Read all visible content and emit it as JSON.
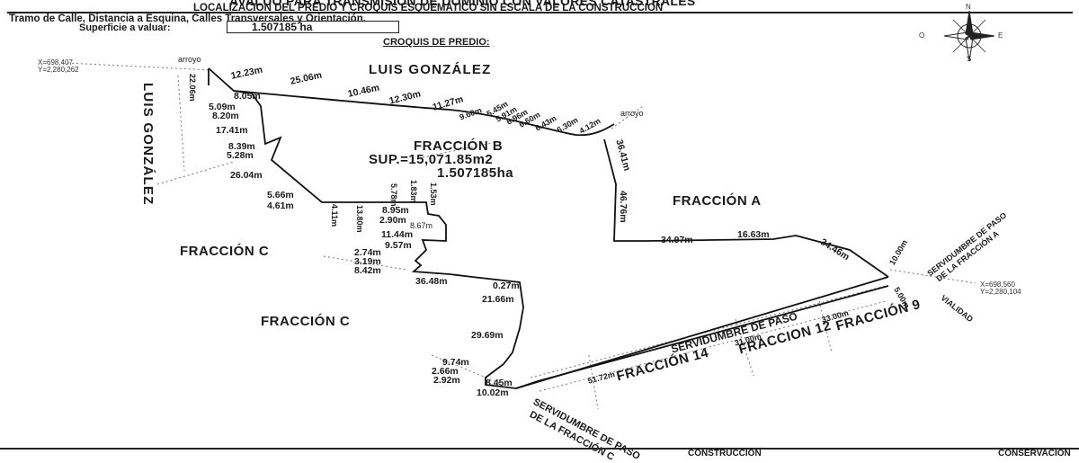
{
  "header": {
    "title": "AVALUO PARA TRANSMISION DE DOMINIO CON VALORES CATASTRALES",
    "subtitle": "LOCALIZACION DEL PREDIO Y CROQUIS ESQUEMATICO SIN ESCALA DE LA CONSTRUCCION",
    "street_note": "Tramo de Calle, Distancia a Esquina, Calles Transversales y Orientación.",
    "area_label": "Superficie a valuar:",
    "area_value": "1.507185 ha"
  },
  "sketch": {
    "title": "CROQUIS DE PREDIO:",
    "road_top": "LUIS GONZÁLEZ",
    "road_left": "LUIS GONZÁLEZ",
    "fraccion_b": {
      "name": "FRACCIÓN B",
      "sup": "SUP.=15,071.85m2",
      "ha": "1.507185ha"
    },
    "fraccion_a": "FRACCIÓN A",
    "fraccion_c_1": "FRACCIÓN C",
    "fraccion_c_2": "FRACCIÓN C",
    "fraccion_14": "FRACCIÓN 14",
    "fraccion_12": "FRACCION 12",
    "fraccion_9": "FRACCIÓN 9",
    "servidumbre_paso": "SERVIDUMBRE DE PASO",
    "servidumbre_c_1": "SERVIDUMBRE DE PASO",
    "servidumbre_c_2": "DE LA FRACCIÓN C",
    "servidumbre_a_1": "SERVIDUMBRE DE PASO",
    "servidumbre_a_2": "DE LA FRACCIÓN A",
    "vialidad": "VIALIDAD",
    "arroyo_1": "arroyo",
    "arroyo_2": "arroyo",
    "coord_1_x": "X=698,407",
    "coord_1_y": "Y=2,280,262",
    "coord_2_x": "X=698,560",
    "coord_2_y": "Y=2,280,104",
    "compass": {
      "n": "N",
      "s": "S",
      "e": "E",
      "o": "O"
    },
    "measures": {
      "m_1223": "12.23m",
      "m_2206": "22.06m",
      "m_2506": "25.06m",
      "m_1046": "10.46m",
      "m_1230": "12.30m",
      "m_1127": "11.27m",
      "m_960": "9.60m",
      "m_545": "5.45m",
      "m_591": "5.91m",
      "m_696": "6.96m",
      "m_660": "6.60m",
      "m_643": "6.43m",
      "m_630": "6.30m",
      "m_412": "4.12m",
      "m_3641": "36.41m",
      "m_4676": "46.76m",
      "m_805": "8.05m",
      "m_509": "5.09m",
      "m_820": "8.20m",
      "m_1741": "17.41m",
      "m_839": "8.39m",
      "m_528": "5.28m",
      "m_2604": "26.04m",
      "m_566": "5.66m",
      "m_461": "4.61m",
      "m_411": "4.11m",
      "m_1380": "13.80m",
      "m_578": "5.78m",
      "m_183": "1.83m",
      "m_153": "1.53m",
      "m_895": "8.95m",
      "m_290": "2.90m",
      "m_867": "8.67m",
      "m_1144": "11.44m",
      "m_957": "9.57m",
      "m_274": "2.74m",
      "m_319": "3.19m",
      "m_842": "8.42m",
      "m_3648": "36.48m",
      "m_027": "0.27m",
      "m_2166": "21.66m",
      "m_2969": "29.69m",
      "m_974": "9.74m",
      "m_266": "2.66m",
      "m_292": "2.92m",
      "m_845": "8.45m",
      "m_1002": "10.02m",
      "m_3497": "34.97m",
      "m_1663": "16.63m",
      "m_3446": "34.46m",
      "m_5172": "51.72m",
      "m_3100": "31.00m",
      "m_3300": "33.00m",
      "m_1000": "10.00m",
      "m_500": "5.00m"
    }
  },
  "footer": {
    "left": "CONSTRUCCION",
    "right": "CONSERVACION"
  }
}
